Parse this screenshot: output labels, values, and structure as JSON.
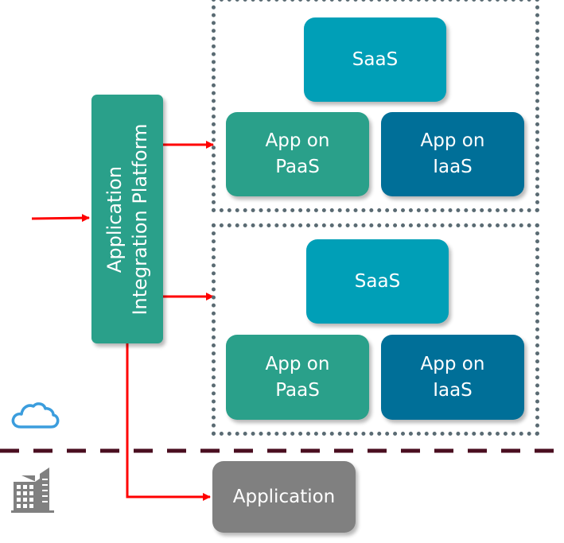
{
  "platform": {
    "label_line1": "Application",
    "label_line2": "Integration Platform"
  },
  "cloud_zone_1": {
    "saas": "SaaS",
    "paas_line1": "App on",
    "paas_line2": "PaaS",
    "iaas_line1": "App on",
    "iaas_line2": "IaaS"
  },
  "cloud_zone_2": {
    "saas": "SaaS",
    "paas_line1": "App on",
    "paas_line2": "PaaS",
    "iaas_line1": "App on",
    "iaas_line2": "IaaS"
  },
  "on_premise": {
    "application": "Application"
  },
  "icons": {
    "cloud": "cloud-icon",
    "building": "building-icon"
  },
  "colors": {
    "saas": "#009fb7",
    "paas": "#2aa08a",
    "iaas": "#006f98",
    "application": "#808080",
    "arrow": "#ff0000",
    "divider": "#4a0e20",
    "zone_border": "#5a6b73",
    "cloud_icon": "#3b9ddd"
  }
}
